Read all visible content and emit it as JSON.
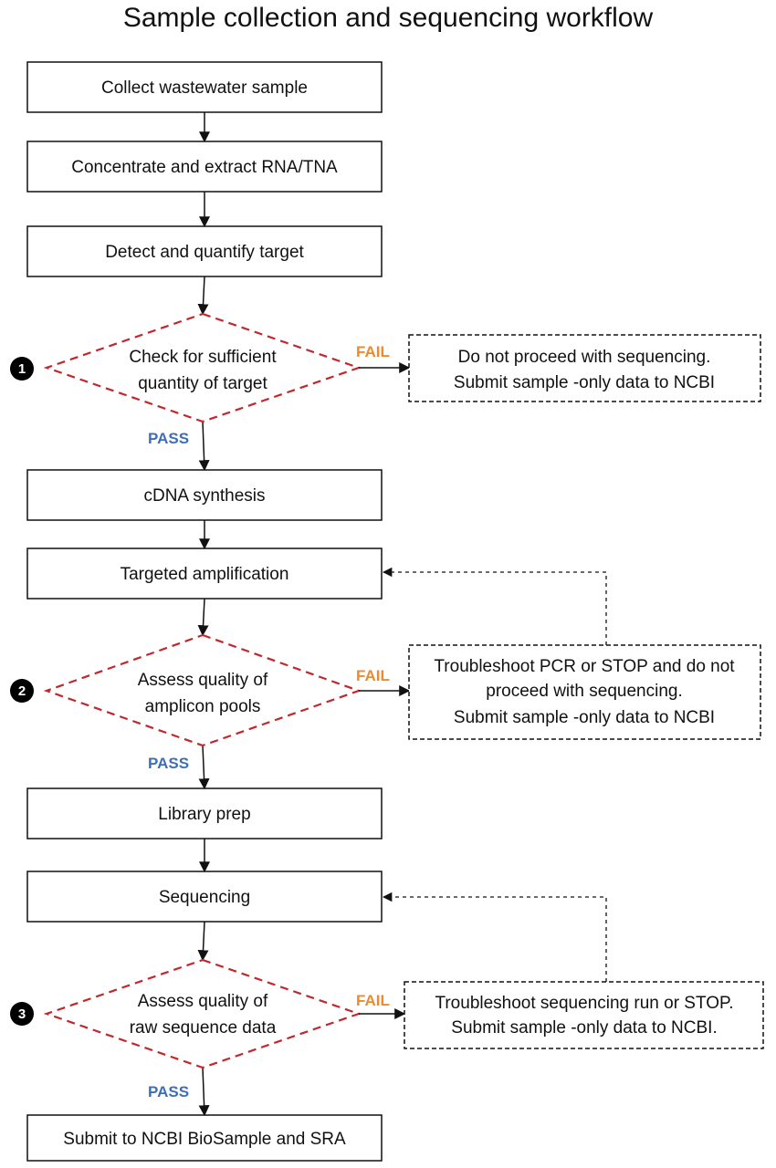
{
  "title": "Sample collection and sequencing workflow",
  "colors": {
    "pass": "#3d6fb6",
    "fail": "#ee8a2e",
    "decision_border": "#c0282d",
    "box_border": "#111111",
    "badge": "#000000"
  },
  "steps": {
    "collect": "Collect wastewater sample",
    "concentrate": "Concentrate and extract RNA/TNA",
    "detect": "Detect and quantify target",
    "cdna": "cDNA synthesis",
    "amplification": "Targeted amplification",
    "library": "Library prep",
    "sequencing": "Sequencing",
    "submit": "Submit to NCBI  BioSample and SRA"
  },
  "decisions": [
    {
      "number": "1",
      "lines": [
        "Check for  sufficient",
        "quantity of  target"
      ],
      "pass_label": "PASS",
      "fail_label": "FAIL",
      "fail_note": [
        "Do not proceed with sequencing.",
        "Submit sample -only data to NCBI"
      ]
    },
    {
      "number": "2",
      "lines": [
        "Assess quality of",
        "amplicon pools"
      ],
      "pass_label": "PASS",
      "fail_label": "FAIL",
      "fail_note": [
        "Troubleshoot PCR or STOP and do not",
        "proceed with sequencing.",
        "Submit sample -only data to NCBI"
      ]
    },
    {
      "number": "3",
      "lines": [
        "Assess quality of",
        "raw sequence data"
      ],
      "pass_label": "PASS",
      "fail_label": "FAIL",
      "fail_note": [
        "Troubleshoot sequencing run or STOP.",
        "Submit sample -only data to NCBI."
      ]
    }
  ]
}
